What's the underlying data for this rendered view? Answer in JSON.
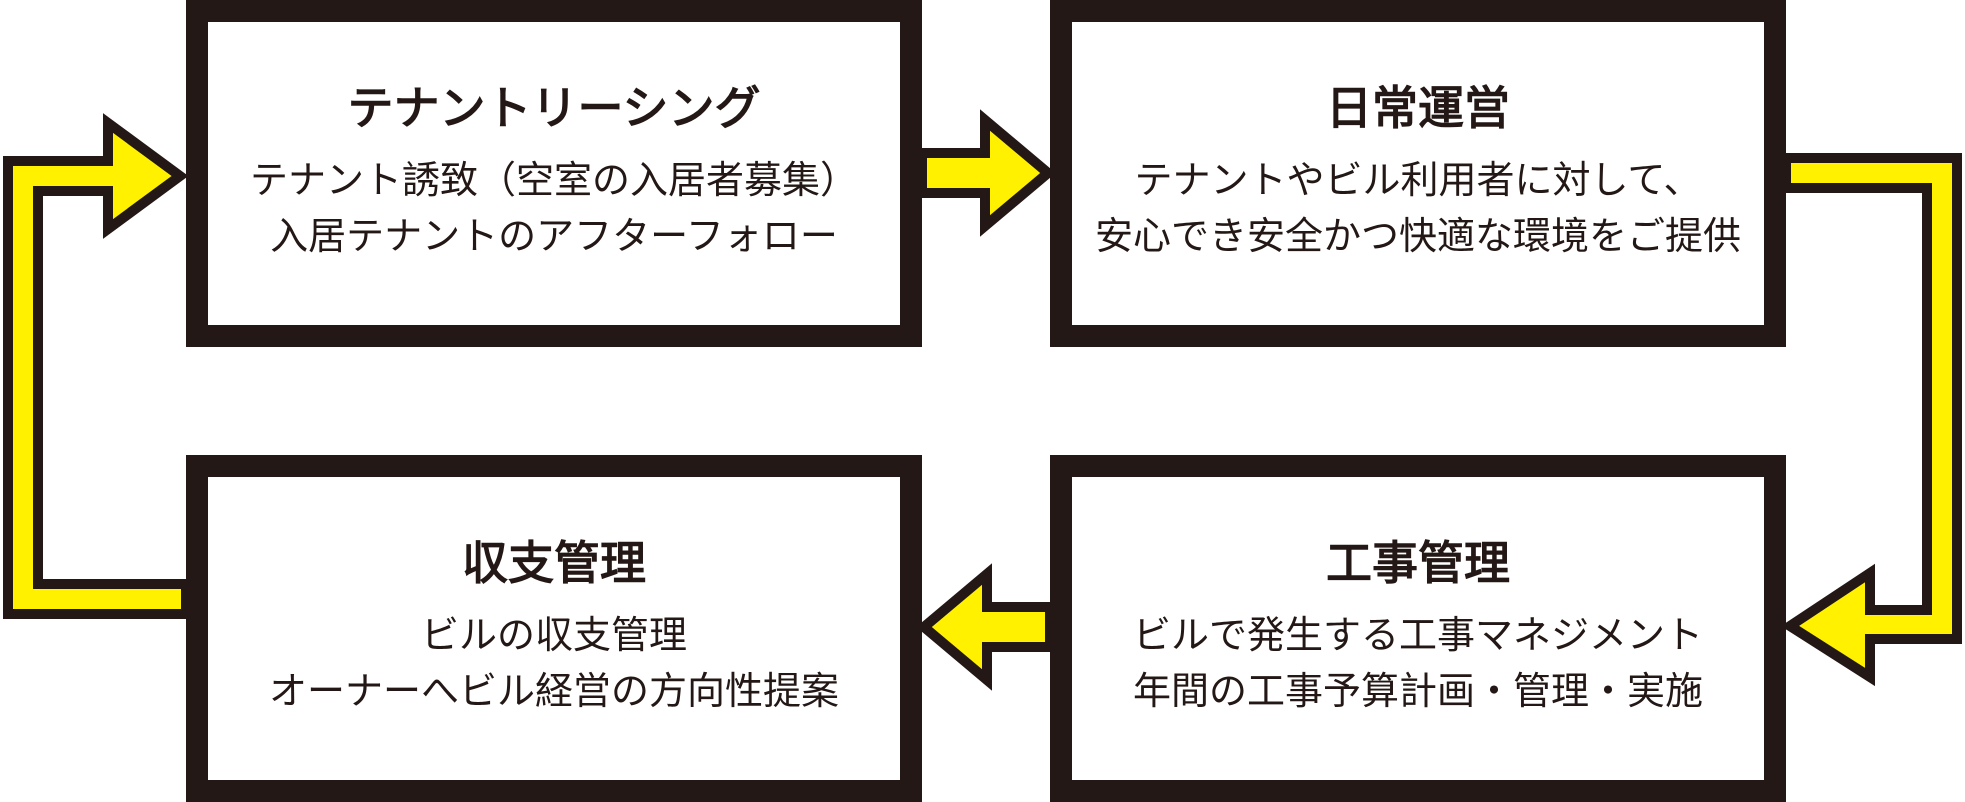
{
  "colors": {
    "border": "#231815",
    "arrow_fill": "#fff100",
    "text": "#231815",
    "background": "#ffffff"
  },
  "boxes": {
    "leasing": {
      "title": "テナントリーシング",
      "line1": "テナント誘致（空室の入居者募集）",
      "line2": "入居テナントのアフターフォロー"
    },
    "operations": {
      "title": "日常運営",
      "line1": "テナントやビル利用者に対して、",
      "line2": "安心でき安全かつ快適な環境をご提供"
    },
    "construction": {
      "title": "工事管理",
      "line1": "ビルで発生する工事マネジメント",
      "line2": "年間の工事予算計画・管理・実施"
    },
    "finance": {
      "title": "収支管理",
      "line1": "ビルの収支管理",
      "line2": "オーナーへビル経営の方向性提案"
    }
  }
}
